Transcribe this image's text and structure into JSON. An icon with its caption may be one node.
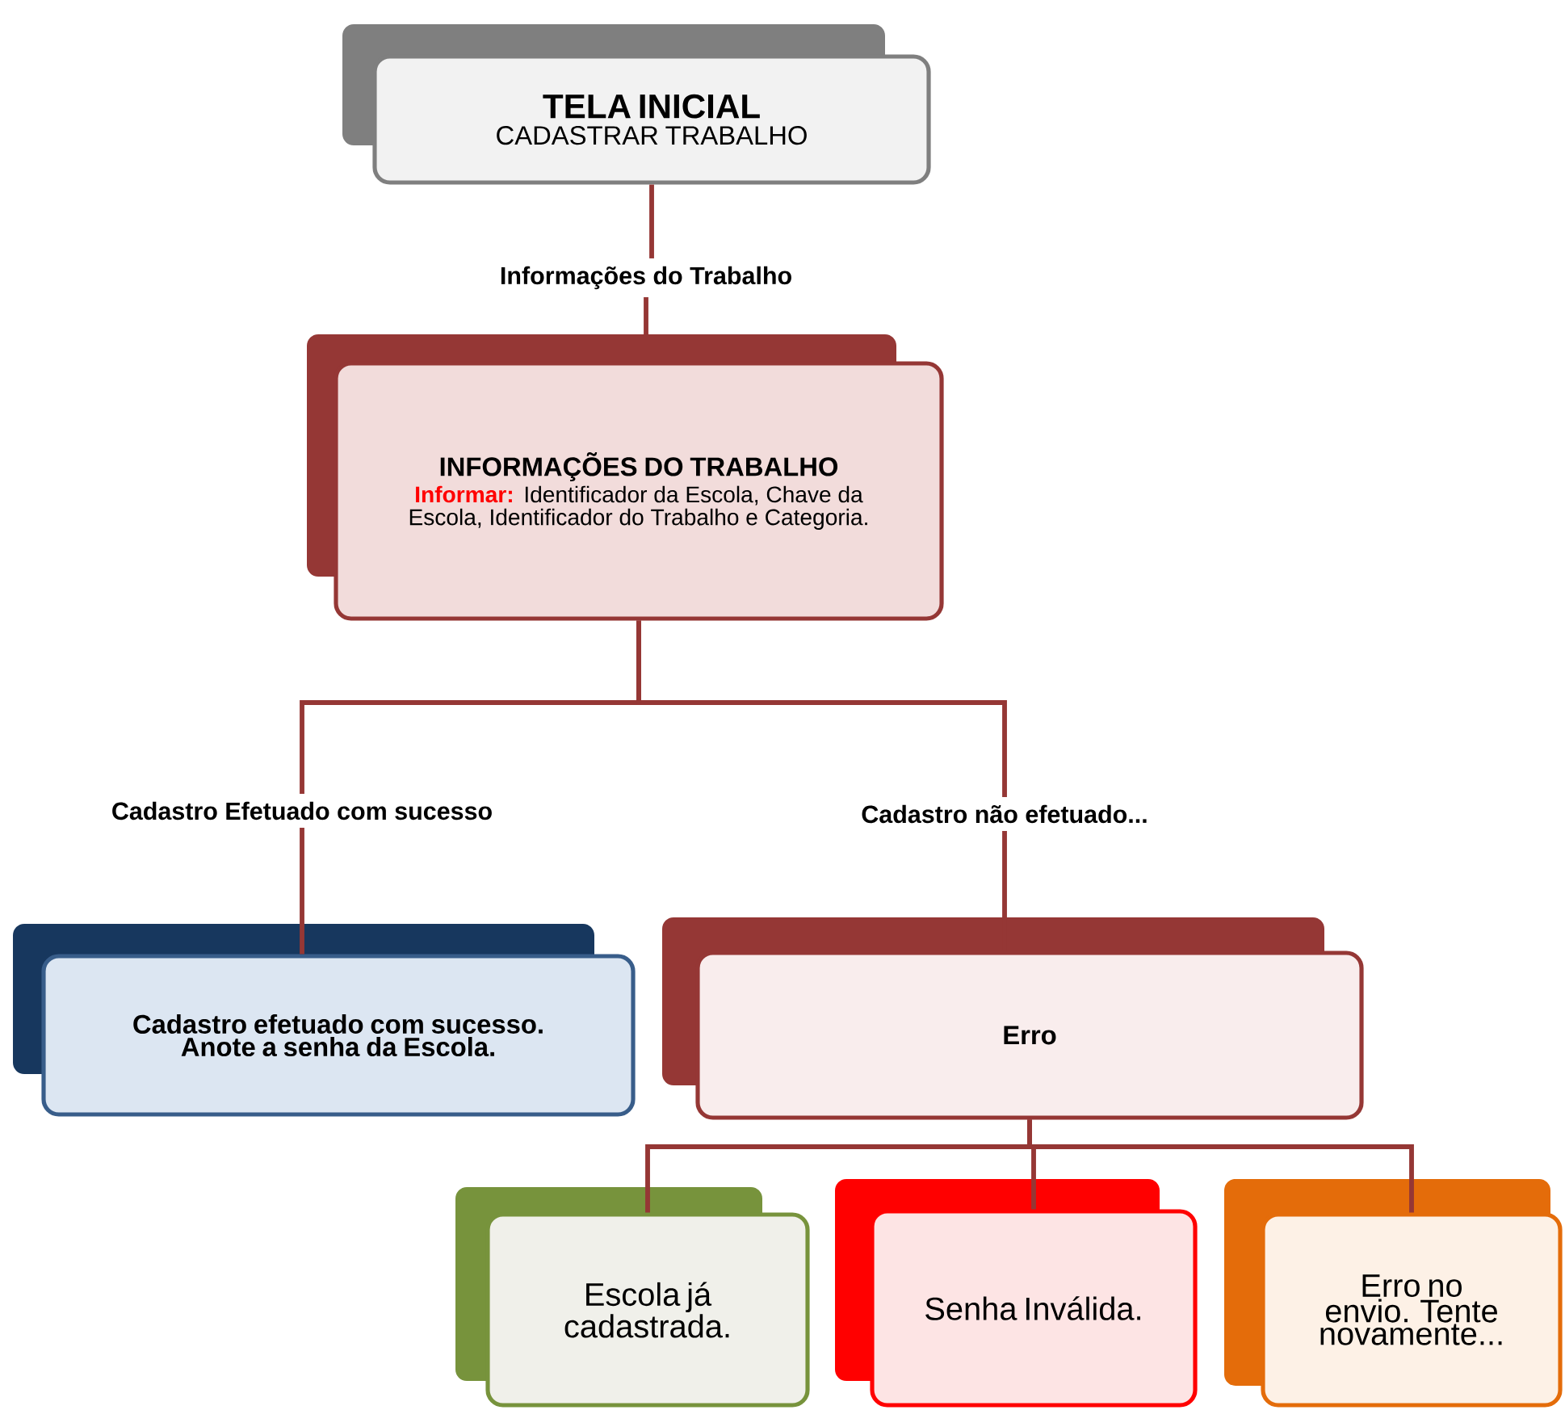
{
  "diagram": {
    "nodes": [
      {
        "text": [
          "TELA INICIAL",
          "CADASTRAR TRABALHO"
        ]
      },
      {
        "text": [
          "Informações do Trabalho"
        ]
      },
      {
        "text": [
          "INFORMAÇÕES DO TRABALHO",
          "**Informar:** Identificador da Escola, Chave da Escola, Identificador do Trabalho e Categoria."
        ]
      },
      {
        "text": [
          "Cadastro Efetuado com sucesso"
        ]
      },
      {
        "text": [
          "Cadastro não efetuado..."
        ]
      },
      {
        "text": [
          "Cadastro efetuado com sucesso. Anote a senha da Escola."
        ]
      },
      {
        "text": [
          "Erro"
        ]
      },
      {
        "text": [
          "Escola já cadastrada."
        ]
      },
      {
        "text": [
          "Senha Inválida."
        ]
      },
      {
        "text": [
          "Erro no envio. Tente novamente..."
        ]
      }
    ],
    "edges": [
      {
        "from": 0,
        "to": 1,
        "arrow": "none"
      },
      {
        "from": 1,
        "to": 2,
        "arrow": "none"
      },
      {
        "from": 2,
        "to": 3,
        "arrow": "none"
      },
      {
        "from": 2,
        "to": 4,
        "arrow": "none"
      },
      {
        "from": 3,
        "to": 5,
        "arrow": "none"
      },
      {
        "from": 4,
        "to": 6,
        "arrow": "none"
      },
      {
        "from": 6,
        "to": 7,
        "arrow": "none"
      },
      {
        "from": 6,
        "to": 8,
        "arrow": "none"
      },
      {
        "from": 6,
        "to": 9,
        "arrow": "none"
      }
    ]
  }
}
